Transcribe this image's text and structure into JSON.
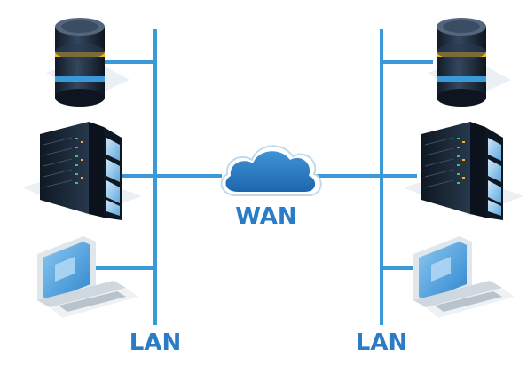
{
  "diagram": {
    "wan_label": "WAN",
    "left_lan_label": "LAN",
    "right_lan_label": "LAN"
  },
  "colors": {
    "line": "#3a9ad9",
    "label": "#2a7cc4",
    "cloud": "#2a7cc4",
    "server_dark": "#1e2a3a",
    "screen": "#4aa8e0"
  },
  "icons": {
    "db_left": "database-icon",
    "rack_left": "server-rack-icon",
    "laptop_left": "laptop-icon",
    "cloud": "cloud-icon",
    "db_right": "database-icon",
    "rack_right": "server-rack-icon",
    "laptop_right": "laptop-icon"
  }
}
